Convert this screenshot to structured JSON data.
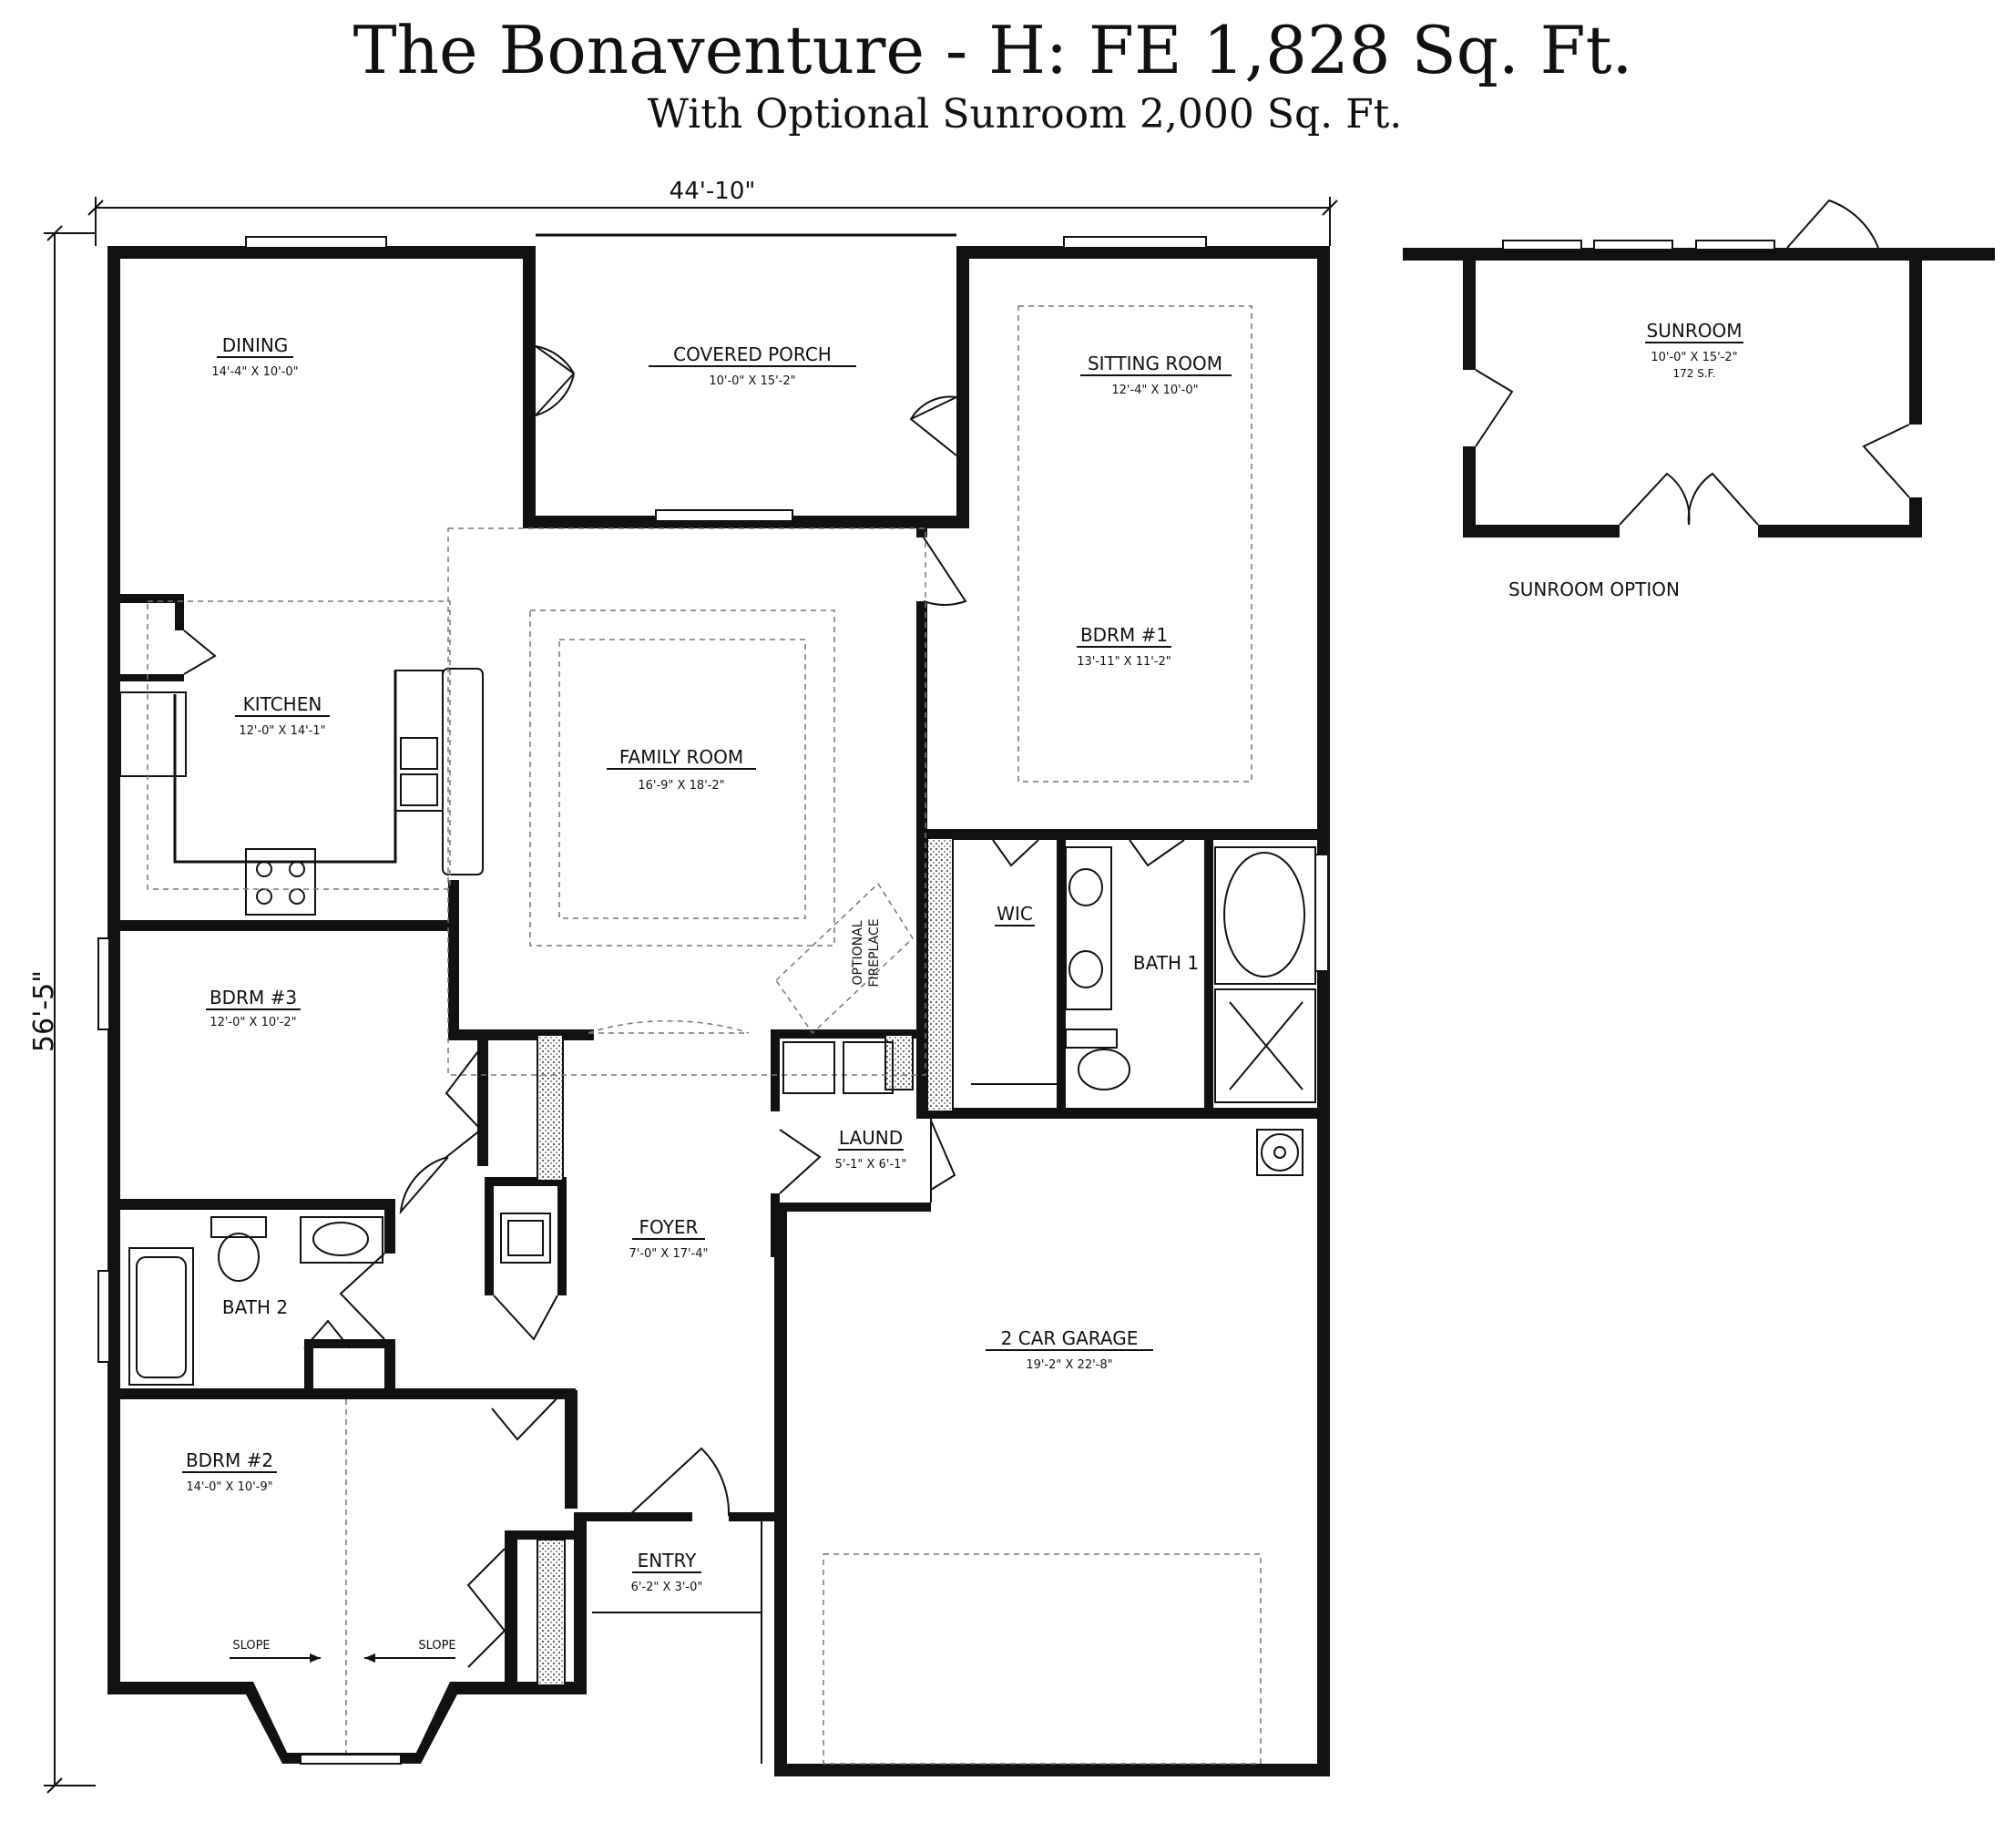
{
  "title": "The Bonaventure -  H: FE  1,828 Sq. Ft.",
  "subtitle": "With Optional Sunroom 2,000 Sq. Ft.",
  "dimensions": {
    "width": "44'-10\"",
    "depth": "56'-5\""
  },
  "rooms": {
    "dining": {
      "name": "DINING",
      "size": "14'-4\" X 10'-0\""
    },
    "covered_porch": {
      "name": "COVERED PORCH",
      "size": "10'-0\" X 15'-2\""
    },
    "sitting_room": {
      "name": "SITTING ROOM",
      "size": "12'-4\" X 10'-0\""
    },
    "kitchen": {
      "name": "KITCHEN",
      "size": "12'-0\" X 14'-1\""
    },
    "family_room": {
      "name": "FAMILY ROOM",
      "size": "16'-9\" X 18'-2\""
    },
    "bdrm1": {
      "name": "BDRM #1",
      "size": "13'-11\" X 11'-2\""
    },
    "wic": {
      "name": "WIC"
    },
    "bath1": {
      "name": "BATH 1"
    },
    "bdrm3": {
      "name": "BDRM #3",
      "size": "12'-0\" X 10'-2\""
    },
    "optional_fireplace": {
      "line1": "OPTIONAL",
      "line2": "FIREPLACE"
    },
    "laund": {
      "name": "LAUND",
      "size": "5'-1\" X 6'-1\""
    },
    "foyer": {
      "name": "FOYER",
      "size": "7'-0\" X 17'-4\""
    },
    "bath2": {
      "name": "BATH 2"
    },
    "garage": {
      "name": "2 CAR GARAGE",
      "size": "19'-2\" X 22'-8\""
    },
    "bdrm2": {
      "name": "BDRM #2",
      "size": "14'-0\" X 10'-9\"",
      "slope": "SLOPE"
    },
    "entry": {
      "name": "ENTRY",
      "size": "6'-2\" X 3'-0\""
    }
  },
  "sunroom": {
    "name": "SUNROOM",
    "size": "10'-0\" X 15'-2\"",
    "area": "172 S.F.",
    "caption": "SUNROOM OPTION"
  }
}
